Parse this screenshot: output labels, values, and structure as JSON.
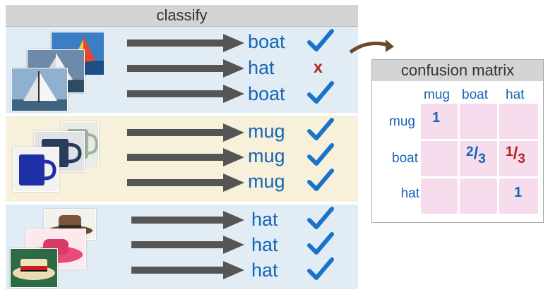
{
  "title": "classify",
  "groups": [
    {
      "name": "boat-group",
      "predictions": [
        "boat",
        "hat",
        "boat"
      ],
      "correct": [
        true,
        false,
        true
      ]
    },
    {
      "name": "mug-group",
      "predictions": [
        "mug",
        "mug",
        "mug"
      ],
      "correct": [
        true,
        true,
        true
      ]
    },
    {
      "name": "hat-group",
      "predictions": [
        "hat",
        "hat",
        "hat"
      ],
      "correct": [
        true,
        true,
        true
      ]
    }
  ],
  "matrix": {
    "title": "confusion matrix",
    "columns": [
      "mug",
      "boat",
      "hat"
    ],
    "rows": [
      "mug",
      "boat",
      "hat"
    ],
    "cells": {
      "mug_mug": "1",
      "boat_boat_num": "2",
      "boat_boat_den": "3",
      "boat_hat_num": "1",
      "boat_hat_den": "3",
      "hat_hat": "1"
    }
  },
  "mark_symbols": {
    "correct": "✔",
    "wrong": "x"
  },
  "colors": {
    "label_blue": "#1565b5",
    "wrong_red": "#b22222",
    "arrow_gray": "#555555",
    "band_blue": "#e2ecf5",
    "band_yellow": "#f7f1dc",
    "cell_pink": "#f6dcec"
  }
}
